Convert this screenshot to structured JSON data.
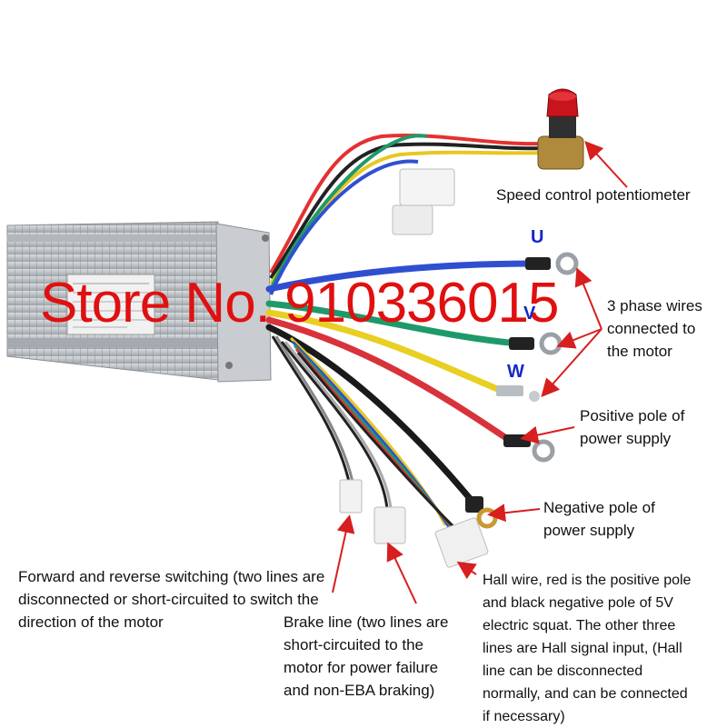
{
  "watermark": "Store No. 910336015",
  "phase_labels": {
    "u": "U",
    "v": "V",
    "w": "W"
  },
  "annotations": {
    "speed_control": [
      "Speed control potentiometer"
    ],
    "three_phase": [
      "3 phase wires",
      "connected to",
      "the motor"
    ],
    "positive_pole": [
      "Positive pole of",
      "power supply"
    ],
    "negative_pole": [
      "Negative pole of",
      "power supply"
    ],
    "forward_reverse": [
      "Forward and reverse switching (two lines are",
      "disconnected or short-circuited to switch the",
      "direction of the motor"
    ],
    "brake_line": [
      "Brake line (two lines are",
      "short-circuited to the",
      "motor for power failure",
      "and non-EBA braking)"
    ],
    "hall_wire": [
      "Hall wire, red is the positive pole",
      "and black negative pole of 5V",
      "electric squat. The other three",
      "lines are Hall signal input, (Hall",
      "line can be disconnected",
      "normally, and can be connected",
      "if necessary)"
    ]
  },
  "colors": {
    "arrow": "#d81e1e",
    "wire_blue": "#2f4fd0",
    "wire_green": "#1e9a6a",
    "wire_yellow": "#e8cf22",
    "wire_red": "#d8323a",
    "wire_black": "#1a1a1a",
    "housing": "#c4c7cb"
  }
}
